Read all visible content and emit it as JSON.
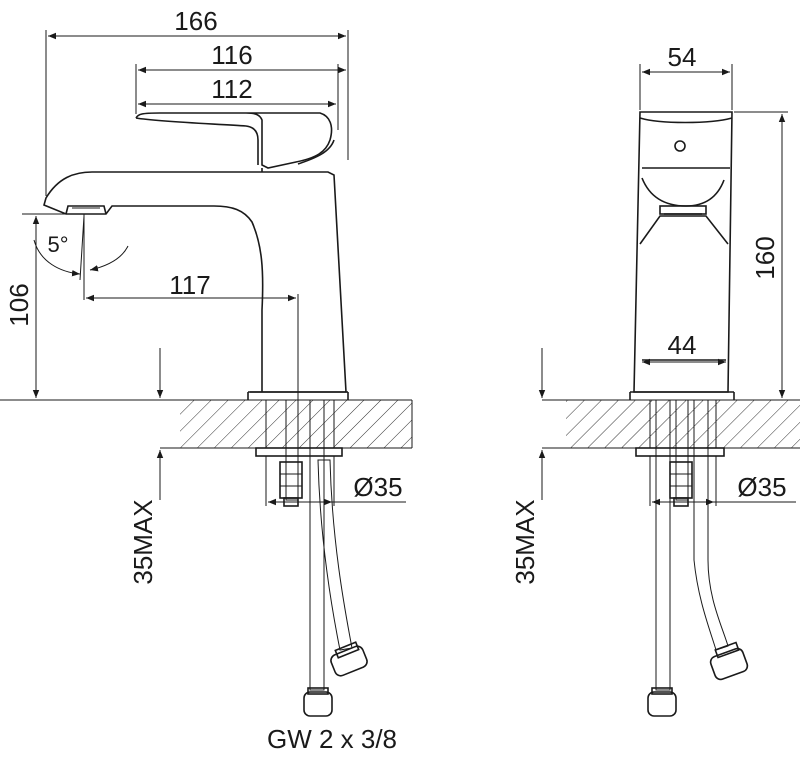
{
  "dimensions": {
    "total_length": "166",
    "handle_length": "116",
    "handle_inner": "112",
    "spout_height": "106",
    "spout_reach": "117",
    "angle": "5°",
    "width_top": "54",
    "height_total": "160",
    "width_base": "44",
    "pipe_dia_left": "Ø35",
    "pipe_dia_right": "Ø35",
    "max_thickness_left": "35MAX",
    "max_thickness_right": "35MAX"
  },
  "footer": {
    "connection": "GW 2 x 3/8"
  }
}
